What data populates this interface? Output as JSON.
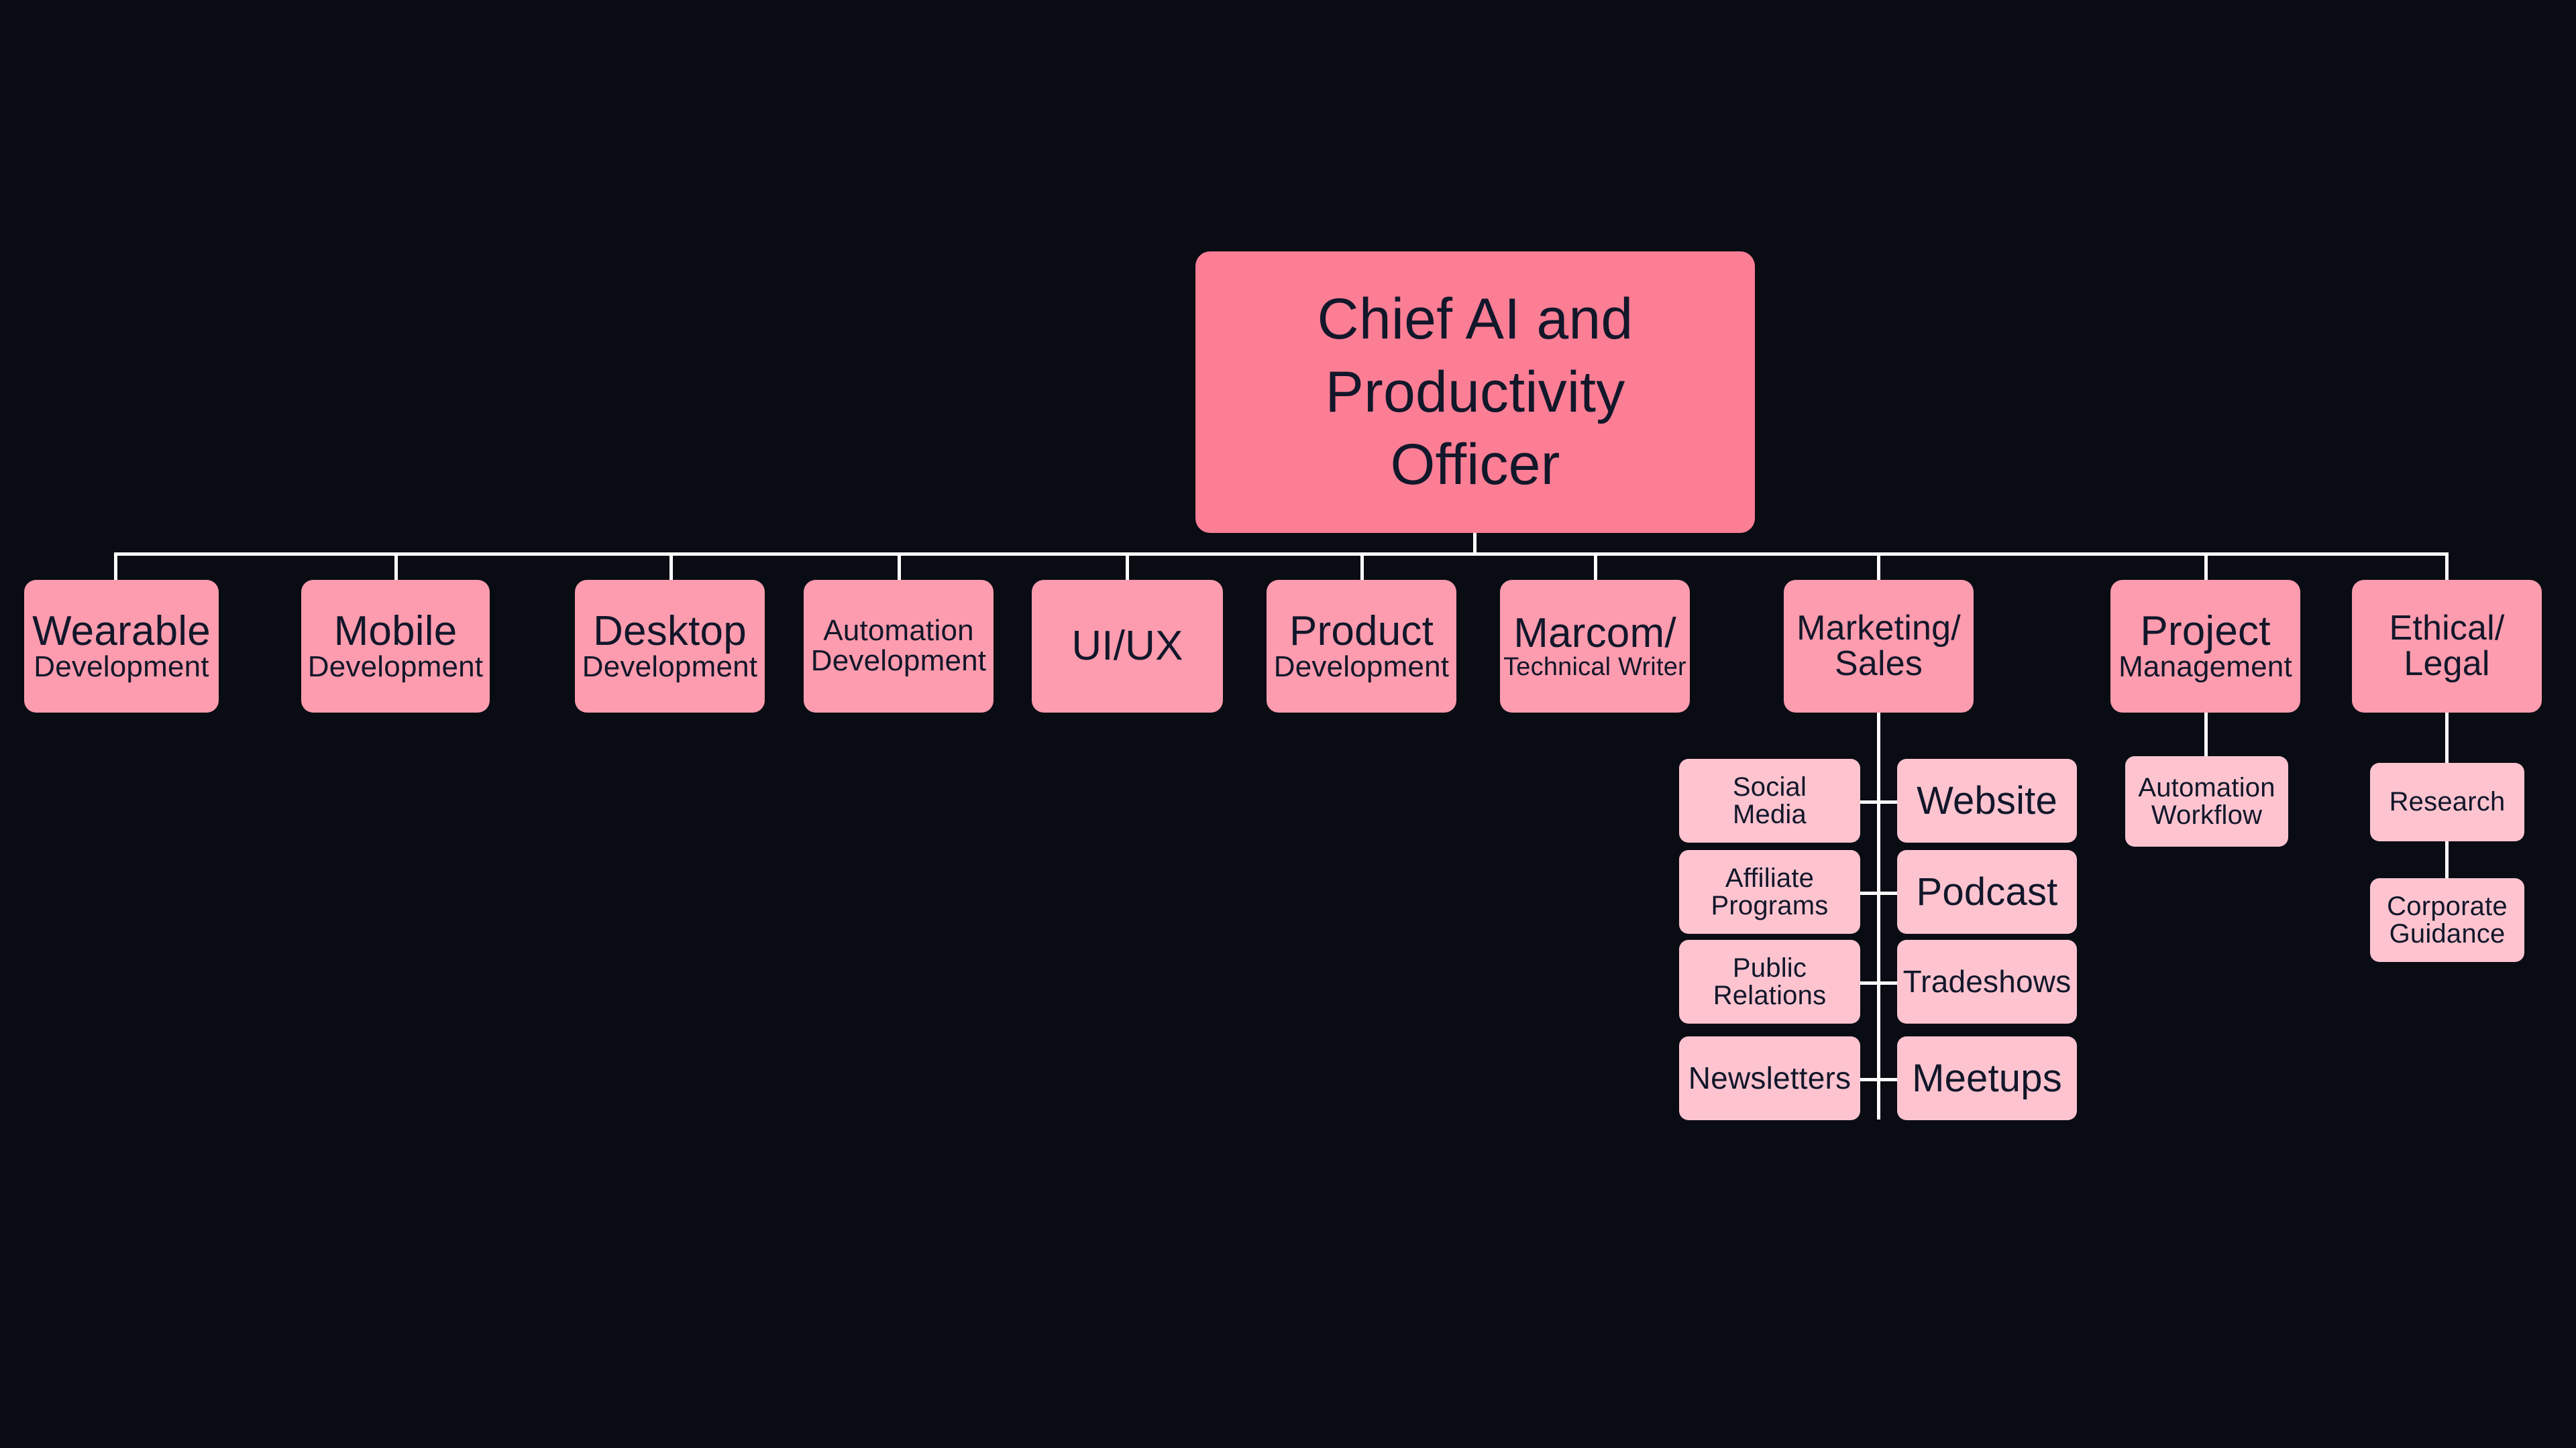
{
  "theme": {
    "background": "#0a0c14",
    "root_fill": "#fc7e95",
    "level1_fill": "#fc9cae",
    "level2_fill": "#fdc4d0",
    "text_color": "#12172a",
    "connector_color": "#ffffff"
  },
  "chart_data": {
    "type": "diagram",
    "subtype": "organizational-chart",
    "title": "Chief AI and Productivity Officer organization",
    "root": {
      "lines": [
        "Chief AI and",
        "Productivity",
        "Officer"
      ],
      "label": "Chief AI and Productivity Officer"
    },
    "departments": [
      {
        "id": "wearable",
        "lines": [
          "Wearable",
          "Development"
        ],
        "label": "Wearable Development",
        "children": []
      },
      {
        "id": "mobile",
        "lines": [
          "Mobile",
          "Development"
        ],
        "label": "Mobile Development",
        "children": []
      },
      {
        "id": "desktop",
        "lines": [
          "Desktop",
          "Development"
        ],
        "label": "Desktop Development",
        "children": []
      },
      {
        "id": "automation",
        "lines": [
          "Automation",
          "Development"
        ],
        "label": "Automation Development",
        "children": []
      },
      {
        "id": "uiux",
        "lines": [
          "UI/UX"
        ],
        "label": "UI/UX",
        "children": []
      },
      {
        "id": "product",
        "lines": [
          "Product",
          "Development"
        ],
        "label": "Product Development",
        "children": []
      },
      {
        "id": "marcom",
        "lines": [
          "Marcom/",
          "Technical Writer"
        ],
        "label": "Marcom/Technical Writer",
        "children": []
      },
      {
        "id": "marketing",
        "lines": [
          "Marketing/",
          "Sales"
        ],
        "label": "Marketing/Sales",
        "children": [
          {
            "id": "social-media",
            "lines": [
              "Social",
              "Media"
            ],
            "label": "Social Media",
            "side": "left"
          },
          {
            "id": "website",
            "lines": [
              "Website"
            ],
            "label": "Website",
            "side": "right"
          },
          {
            "id": "affiliate-programs",
            "lines": [
              "Affiliate",
              "Programs"
            ],
            "label": "Affiliate Programs",
            "side": "left"
          },
          {
            "id": "podcast",
            "lines": [
              "Podcast"
            ],
            "label": "Podcast",
            "side": "right"
          },
          {
            "id": "public-relations",
            "lines": [
              "Public",
              "Relations"
            ],
            "label": "Public Relations",
            "side": "left"
          },
          {
            "id": "tradeshows",
            "lines": [
              "Tradeshows"
            ],
            "label": "Tradeshows",
            "side": "right"
          },
          {
            "id": "newsletters",
            "lines": [
              "Newsletters"
            ],
            "label": "Newsletters",
            "side": "left"
          },
          {
            "id": "meetups",
            "lines": [
              "Meetups"
            ],
            "label": "Meetups",
            "side": "right"
          }
        ]
      },
      {
        "id": "project",
        "lines": [
          "Project",
          "Management"
        ],
        "label": "Project Management",
        "children": [
          {
            "id": "automation-workflow",
            "lines": [
              "Automation",
              "Workflow"
            ],
            "label": "Automation Workflow"
          }
        ]
      },
      {
        "id": "ethical",
        "lines": [
          "Ethical/",
          "Legal"
        ],
        "label": "Ethical/Legal",
        "children": [
          {
            "id": "research",
            "lines": [
              "Research"
            ],
            "label": "Research"
          },
          {
            "id": "corporate-guidance",
            "lines": [
              "Corporate",
              "Guidance"
            ],
            "label": "Corporate Guidance"
          }
        ]
      }
    ]
  }
}
